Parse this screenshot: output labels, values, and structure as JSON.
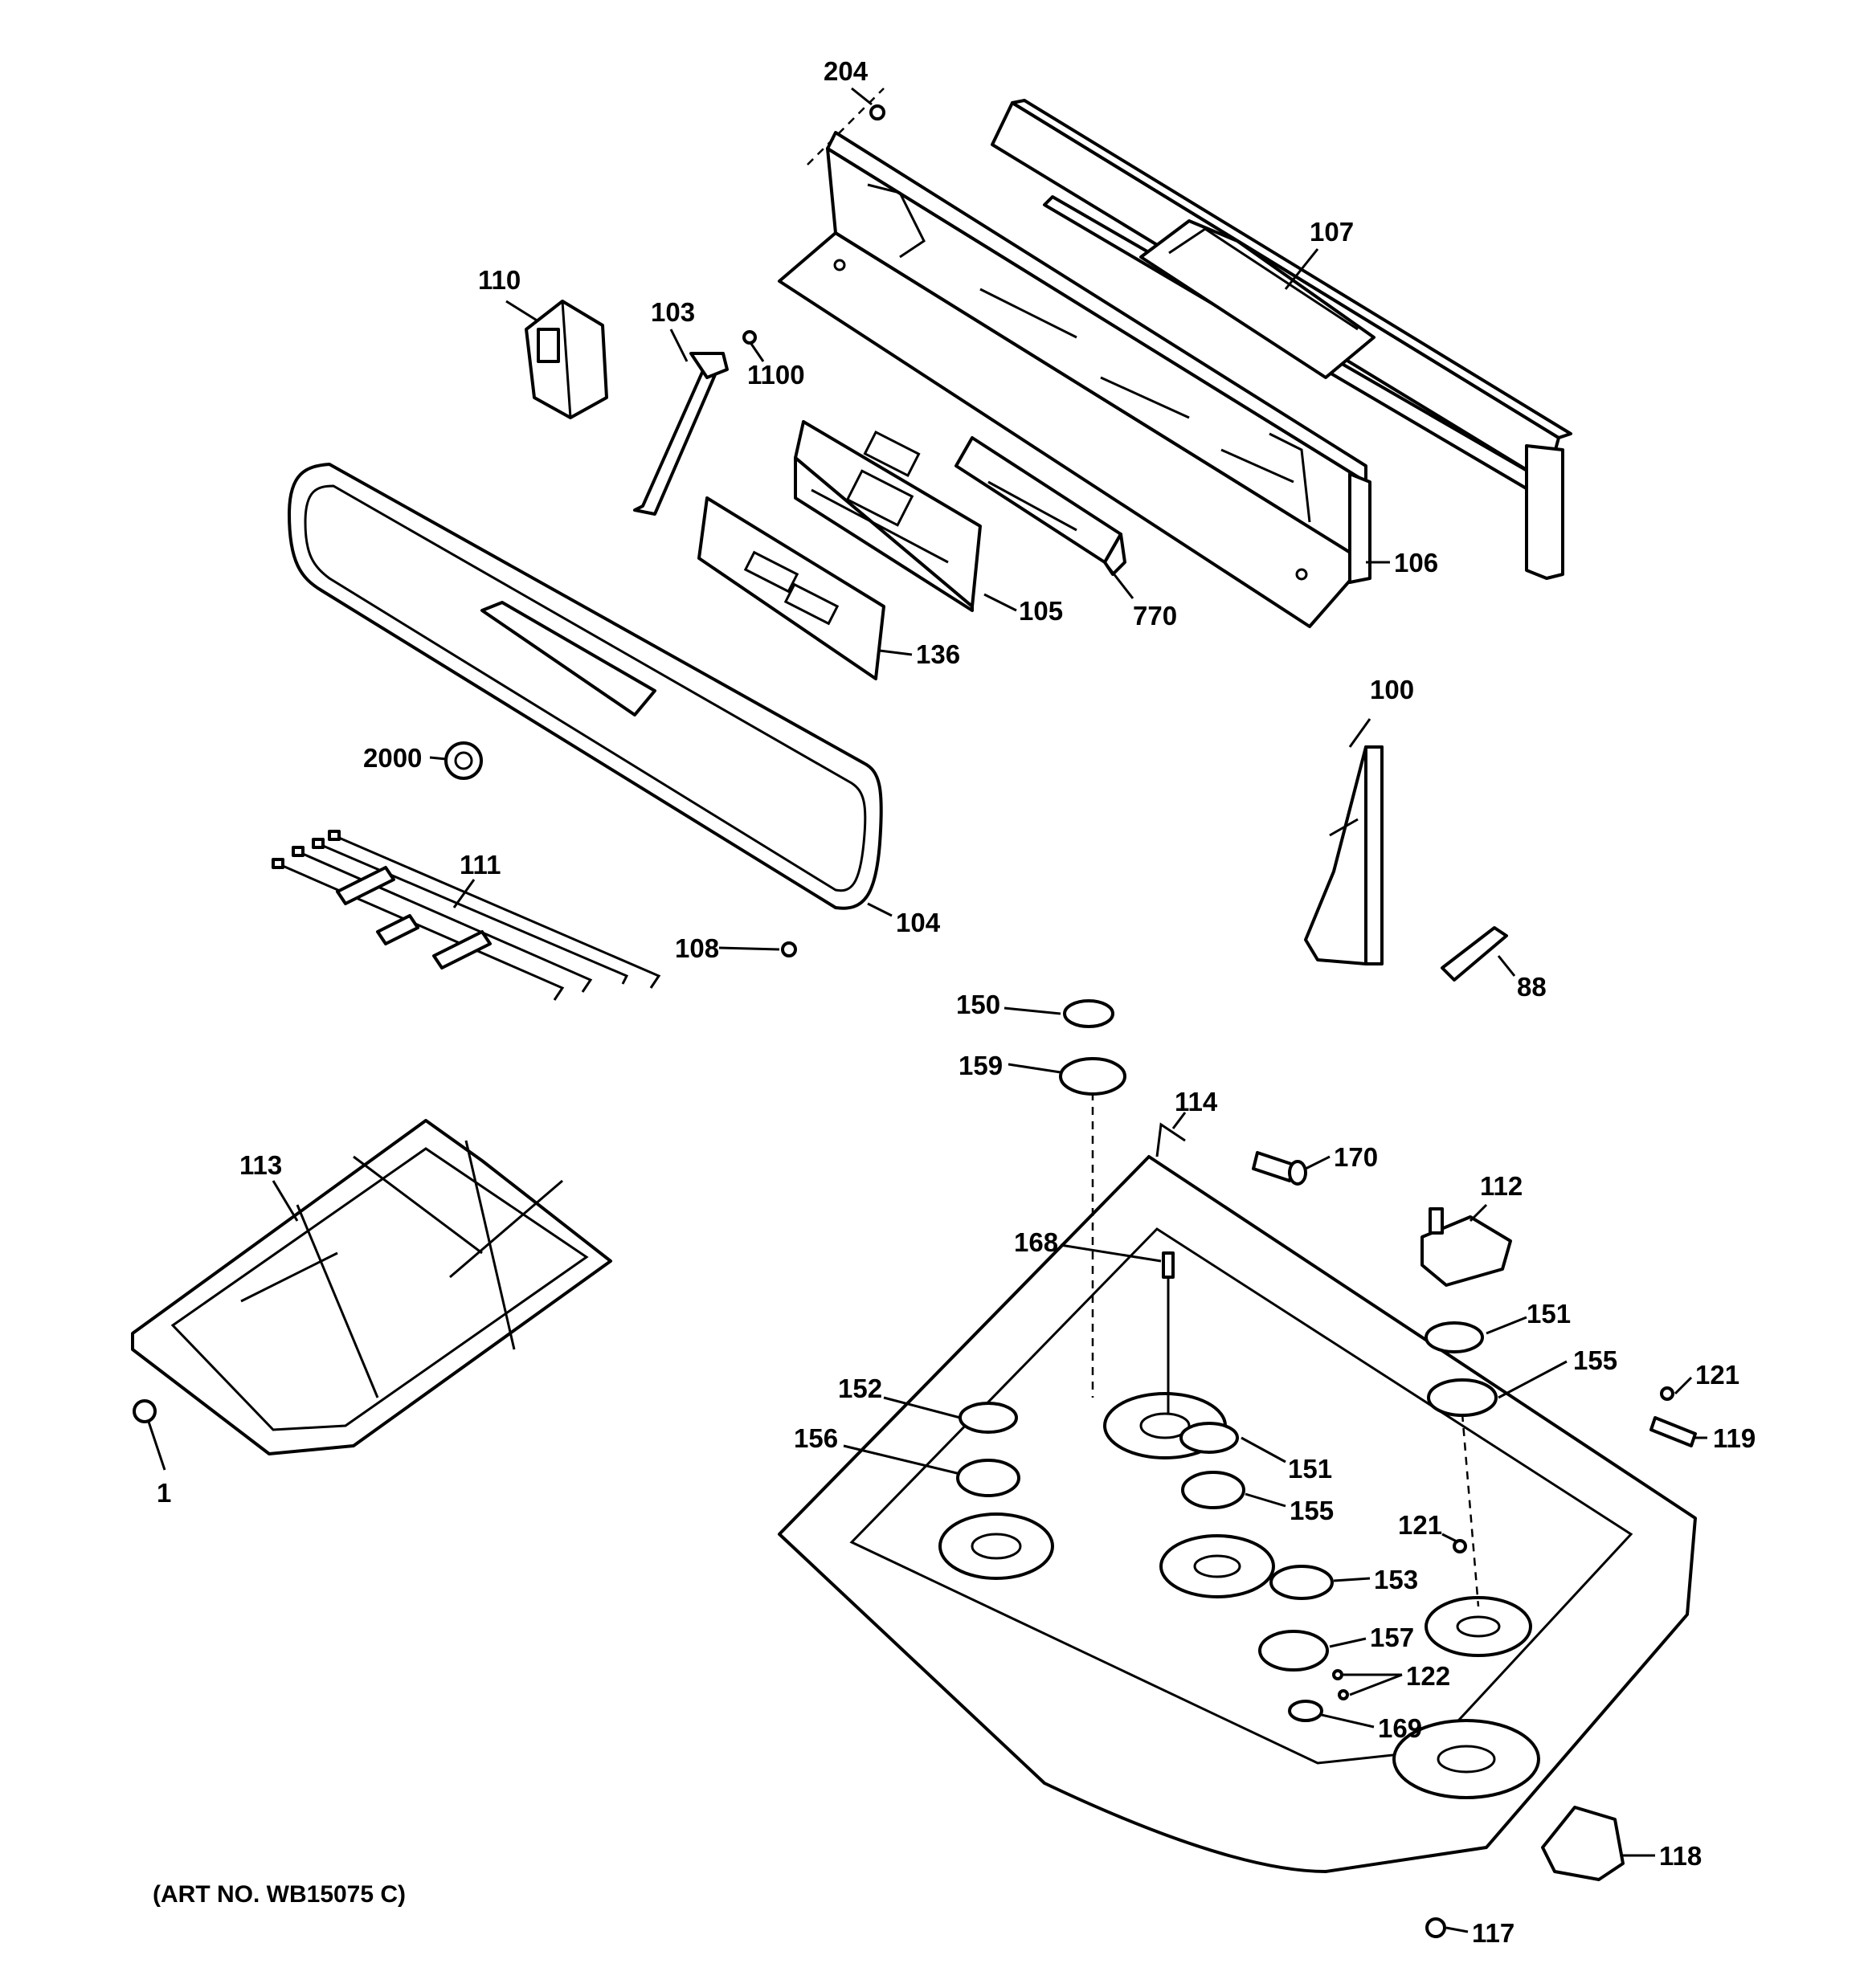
{
  "art_number": "(ART NO. WB15075 C)",
  "labels": {
    "p204": "204",
    "p107": "107",
    "p110": "110",
    "p103": "103",
    "p1100": "1100",
    "p106": "106",
    "p105": "105",
    "p770": "770",
    "p136": "136",
    "p100": "100",
    "p2000": "2000",
    "p111": "111",
    "p104": "104",
    "p108": "108",
    "p88": "88",
    "p150": "150",
    "p159": "159",
    "p114": "114",
    "p170": "170",
    "p113": "113",
    "p112": "112",
    "p168": "168",
    "p151a": "151",
    "p155a": "155",
    "p121a": "121",
    "p152": "152",
    "p119": "119",
    "p156": "156",
    "p151b": "151",
    "p155b": "155",
    "p1": "1",
    "p121b": "121",
    "p153": "153",
    "p157": "157",
    "p122": "122",
    "p169": "169",
    "p118": "118",
    "p117": "117"
  }
}
